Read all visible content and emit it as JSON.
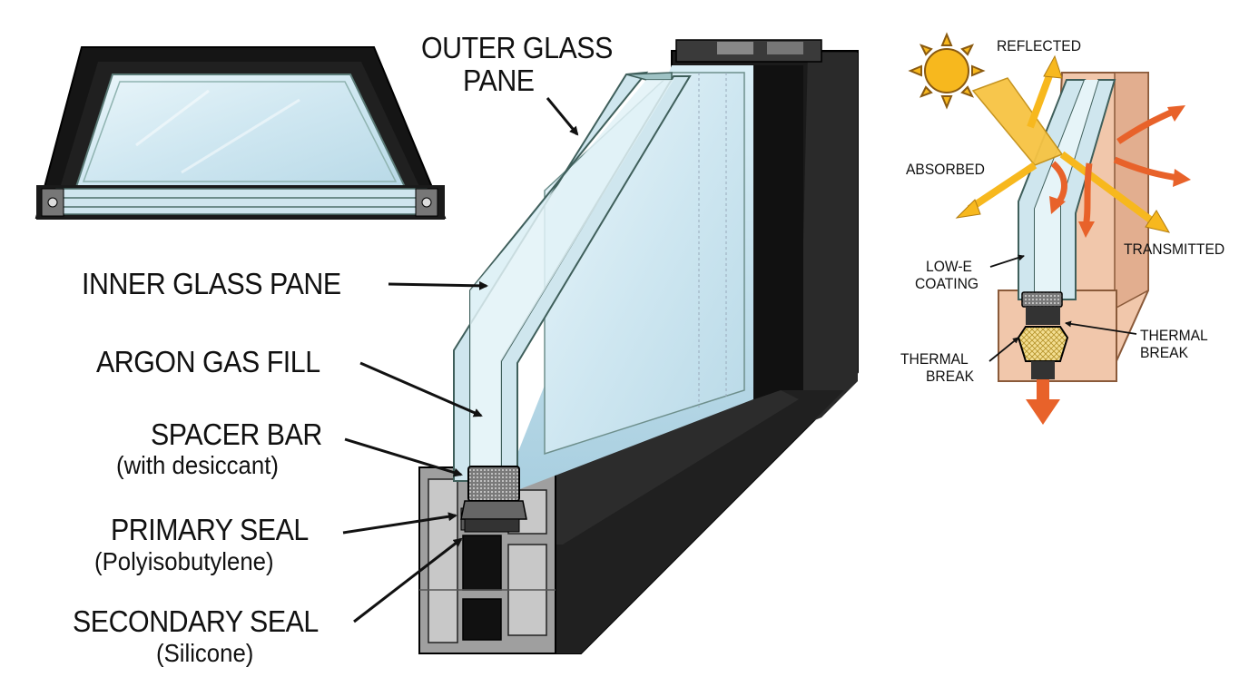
{
  "labels": {
    "outer_glass_line1": "OUTER GLASS",
    "outer_glass_line2": "PANE",
    "inner_glass": "INNER GLASS PANE",
    "argon": "ARGON GAS FILL",
    "spacer_line1": "SPACER BAR",
    "spacer_line2": "(with desiccant)",
    "primary_line1": "PRIMARY SEAL",
    "primary_line2": "(Polyisobutylene)",
    "secondary_line1": "SECONDARY SEAL",
    "secondary_line2": "(Silicone)",
    "reflected": "REFLECTED",
    "absorbed": "ABSORBED",
    "transmitted": "TRANSMITTED",
    "lowe_line1": "LOW-E",
    "lowe_line2": "COATING",
    "thermal_left_line1": "THERMAL",
    "thermal_left_line2": "BREAK",
    "thermal_right_line1": "THERMAL",
    "thermal_right_line2": "BREAK"
  },
  "colors": {
    "frame": "#1c1c1c",
    "frame_edge": "#000000",
    "glass": "#d4ebf3",
    "glass_edge": "#4e6e6a",
    "aluminum": "#b9b9b9",
    "wood": "#f1c7ab",
    "sun": "#f7b81e",
    "arrow_yellow": "#f7b81e",
    "arrow_orange": "#e8622a",
    "label": "#111111"
  }
}
